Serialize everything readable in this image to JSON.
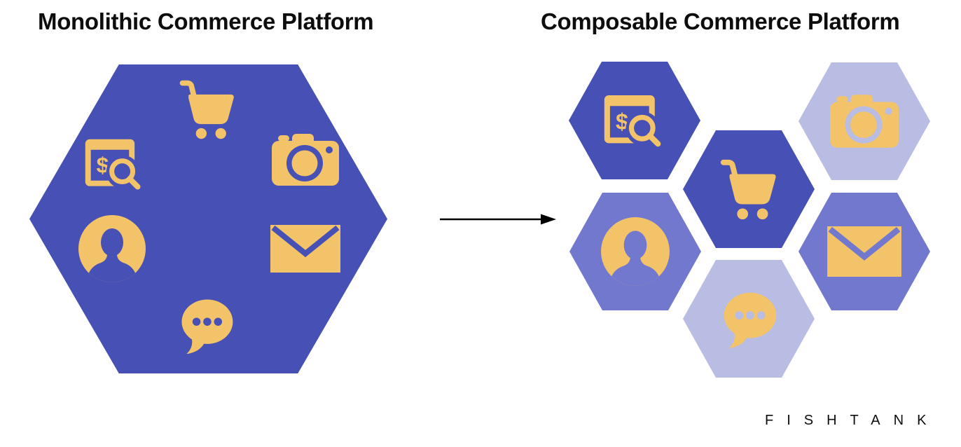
{
  "colors": {
    "hex_dark": "#4750b4",
    "hex_medium": "#7278ce",
    "hex_light": "#b9bde4",
    "icon_yellow": "#f2c368",
    "text": "#0d0d0d",
    "arrow": "#000000",
    "background": "#ffffff"
  },
  "monolith": {
    "title": "Monolithic Commerce Platform",
    "hexagon_tone": "dark",
    "icons": [
      {
        "id": "cart",
        "label": "shopping-cart-icon"
      },
      {
        "id": "pricing-search",
        "label": "price-search-icon"
      },
      {
        "id": "camera",
        "label": "camera-icon"
      },
      {
        "id": "user",
        "label": "user-profile-icon"
      },
      {
        "id": "envelope",
        "label": "email-icon"
      },
      {
        "id": "chat",
        "label": "chat-bubble-icon"
      }
    ]
  },
  "composable": {
    "title": "Composable Commerce Platform",
    "hexagons": [
      {
        "icon": "pricing-search",
        "tone": "dark",
        "position": "top-left"
      },
      {
        "icon": "camera",
        "tone": "light",
        "position": "top-right"
      },
      {
        "icon": "cart",
        "tone": "dark",
        "position": "center"
      },
      {
        "icon": "user",
        "tone": "medium",
        "position": "middle-left"
      },
      {
        "icon": "envelope",
        "tone": "medium",
        "position": "middle-right"
      },
      {
        "icon": "chat",
        "tone": "light",
        "position": "bottom-center"
      }
    ]
  },
  "arrow": {
    "direction": "right"
  },
  "footer": {
    "brand": "FISHTANK"
  }
}
